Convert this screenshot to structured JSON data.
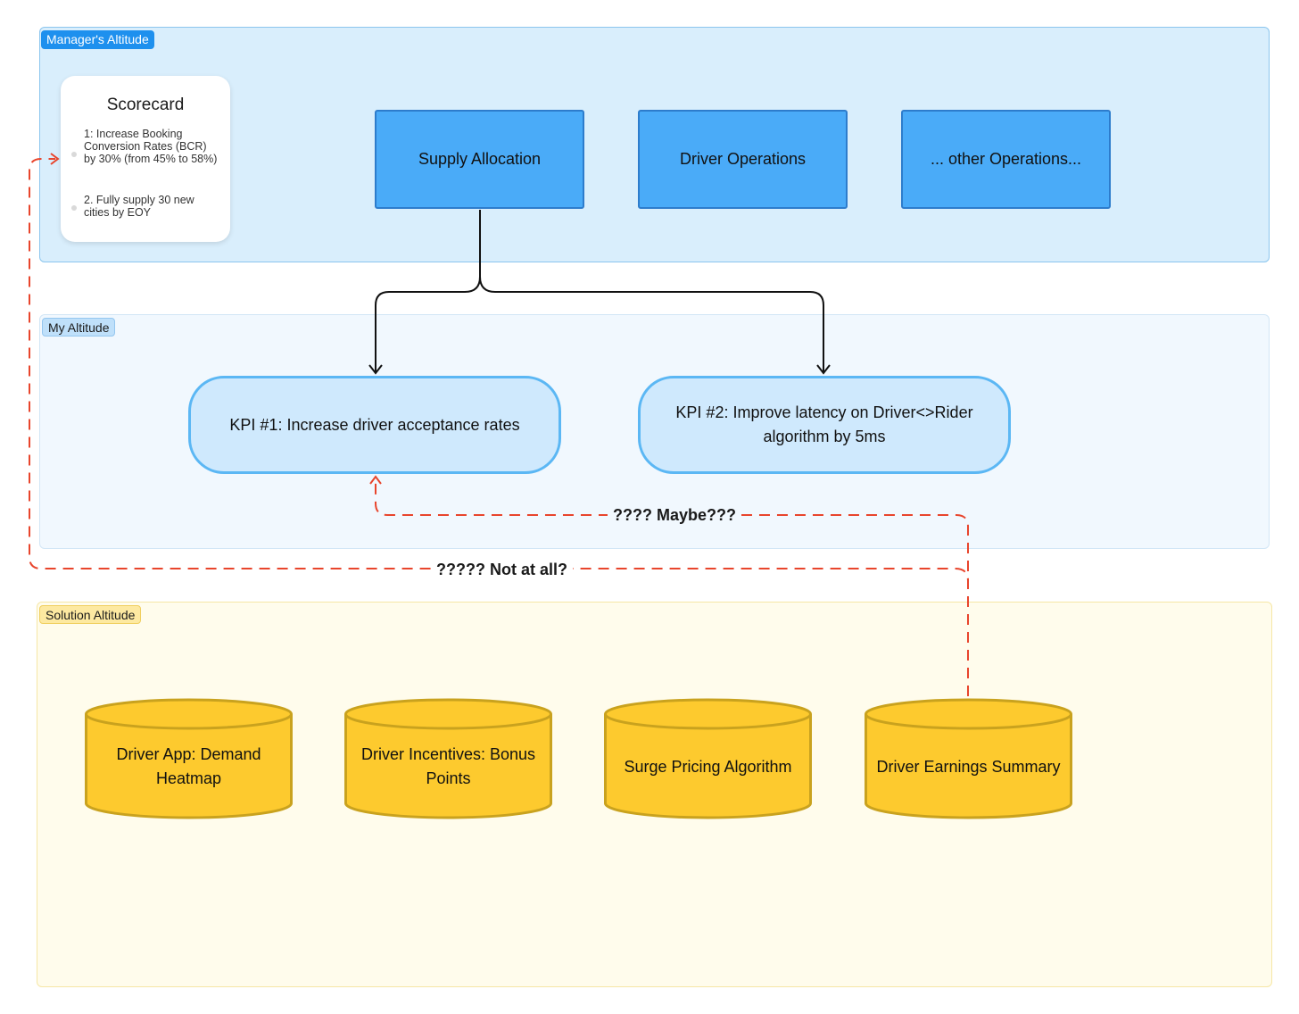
{
  "sections": {
    "manager": {
      "label": "Manager's Altitude"
    },
    "my": {
      "label": "My Altitude"
    },
    "solution": {
      "label": "Solution Altitude"
    }
  },
  "scorecard": {
    "title": "Scorecard",
    "items": [
      "1: Increase Booking Conversion Rates (BCR) by 30% (from 45% to 58%)",
      "2. Fully supply 30 new cities by EOY"
    ]
  },
  "operations": [
    {
      "label": "Supply Allocation"
    },
    {
      "label": "Driver Operations"
    },
    {
      "label": "... other Operations..."
    }
  ],
  "kpis": [
    {
      "label": "KPI #1: Increase driver acceptance rates"
    },
    {
      "label": "KPI #2: Improve latency on Driver<>Rider algorithm by 5ms"
    }
  ],
  "solutions": [
    {
      "label": "Driver App: Demand Heatmap"
    },
    {
      "label": "Driver Incentives: Bonus Points"
    },
    {
      "label": "Surge Pricing Algorithm"
    },
    {
      "label": "Driver Earnings Summary"
    }
  ],
  "connector_labels": {
    "maybe": "???? Maybe???",
    "not_at_all": "????? Not at all?"
  },
  "colors": {
    "manager_fill": "#d9eefc",
    "my_fill": "#f1f8fe",
    "solution_fill": "#fffcec",
    "operation_fill": "#4aabf8",
    "kpi_fill": "#cfe9fd",
    "solution_node_fill": "#fdca2e",
    "dashed_connector": "#e8452c"
  }
}
